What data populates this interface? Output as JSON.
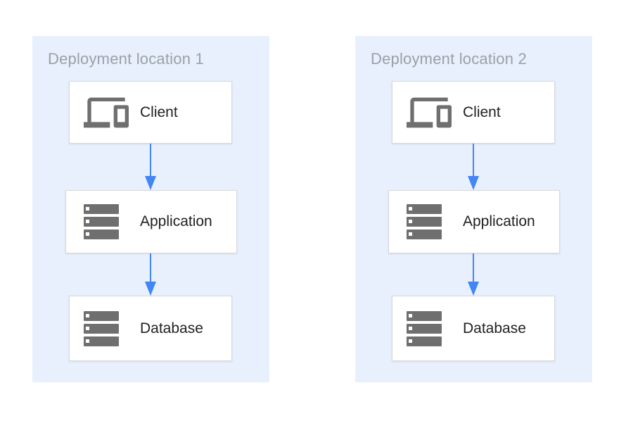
{
  "diagram": {
    "panels": [
      {
        "title": "Deployment location 1",
        "nodes": [
          {
            "label": "Client",
            "icon": "devices-icon"
          },
          {
            "label": "Application",
            "icon": "server-stack-icon"
          },
          {
            "label": "Database",
            "icon": "server-stack-icon"
          }
        ]
      },
      {
        "title": "Deployment location 2",
        "nodes": [
          {
            "label": "Client",
            "icon": "devices-icon"
          },
          {
            "label": "Application",
            "icon": "server-stack-icon"
          },
          {
            "label": "Database",
            "icon": "server-stack-icon"
          }
        ]
      }
    ],
    "colors": {
      "panel_background": "#e8f0fe",
      "arrow_blue": "#4285f4",
      "icon_gray": "#6f6f6f",
      "title_gray": "#9aa0a6",
      "label_dark": "#212121",
      "box_border": "#d6d8db"
    }
  }
}
